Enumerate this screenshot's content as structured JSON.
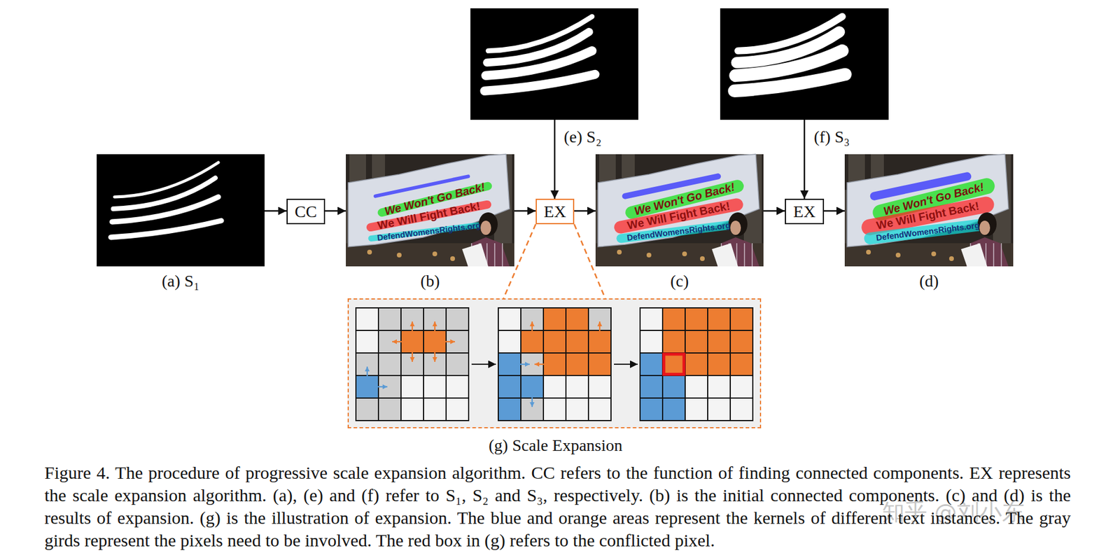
{
  "diagram": {
    "caption": "Figure 4. The procedure of progressive scale expansion algorithm. CC refers to the function of finding connected components. EX represents the scale expansion algorithm. (a), (e) and (f) refer to S₁, S₂ and S₃, respectively. (b) is the initial connected components. (c) and (d) is the results of expansion. (g) is the illustration of expansion. The blue and orange areas represent the kernels of different text instances. The gray girds represent the pixels need to be involved. The red box in (g) refers to the conflicted pixel.",
    "nodes": [
      {
        "text": [
          "(e) S₂"
        ]
      },
      {
        "text": [
          "(f) S₃"
        ]
      },
      {
        "text": [
          "(a) S₁"
        ]
      },
      {
        "text": [
          "CC"
        ]
      },
      {
        "text": [
          "(b)"
        ]
      },
      {
        "text": [
          "EX"
        ]
      },
      {
        "text": [
          "(c)"
        ]
      },
      {
        "text": [
          "EX"
        ]
      },
      {
        "text": [
          "(d)"
        ]
      },
      {
        "text": [
          "(g) Scale Expansion"
        ]
      }
    ],
    "edges": [
      {
        "from": 2,
        "to": 3,
        "arrow": "to"
      },
      {
        "from": 3,
        "to": 4,
        "arrow": "to"
      },
      {
        "from": 4,
        "to": 5,
        "arrow": "to"
      },
      {
        "from": 0,
        "to": 5,
        "arrow": "to"
      },
      {
        "from": 5,
        "to": 6,
        "arrow": "to"
      },
      {
        "from": 6,
        "to": 7,
        "arrow": "to"
      },
      {
        "from": 1,
        "to": 7,
        "arrow": "to"
      },
      {
        "from": 7,
        "to": 8,
        "arrow": "to"
      },
      {
        "from": 5,
        "to": 9,
        "arrow": "none"
      }
    ],
    "labels": [
      "We Won't Go Back!",
      "We Will Fight Back!",
      "DefendWomensRights.org",
      "We Won't Go Back!",
      "We Will Fight Back!",
      "DefendWomensRights.org",
      "We Won't Go Back!",
      "We Will Fight Back!",
      "DefendWomensRights.org",
      "知乎 @刘小东"
    ]
  }
}
